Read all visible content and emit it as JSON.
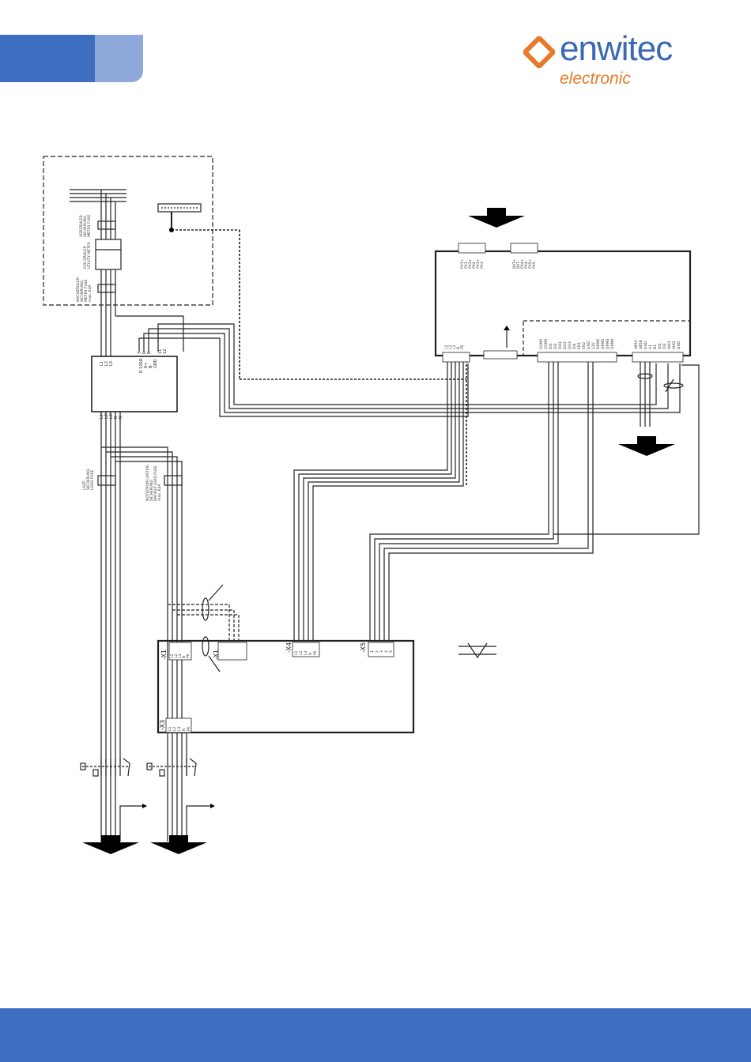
{
  "brand": {
    "name": "enwitec",
    "subtitle": "electronic",
    "colors": {
      "blue": "#3b68b2",
      "orange": "#e8792b",
      "tab_light": "#8fa9dc",
      "footer": "#3d6ebf"
    }
  },
  "diagram": {
    "fuse_labels": {
      "meter_fuse": [
        "VORZÄHLER-",
        "SICHERUNG",
        "METER FUSE"
      ],
      "meter": [
        "EVU ZÄHLER",
        "UTILITY METER"
      ],
      "after_meter_fuse": [
        "NACHZÄHLER-",
        "SICHERUNG",
        "METER FUSE",
        "max. 63A"
      ],
      "load_fuse": [
        "LAST-",
        "SICHERUNG",
        "LOAD FUSE"
      ],
      "backup_fuse": [
        "NOTSTROM LASTEN-",
        "SICHERUNG",
        "BACKUP LOAD FUSE",
        "max. 63A"
      ]
    },
    "meter_terminals": [
      "L1",
      "L2",
      "L3"
    ],
    "meter_outputs": [
      "L1'",
      "L2'",
      "L3'",
      "N",
      "N"
    ],
    "meter_signals": [
      "T",
      "R",
      "B",
      "R 120Ω",
      "A+",
      "B-",
      "GND",
      "11",
      "12"
    ],
    "connectors": {
      "x1": "-X1",
      "x1b": "-X1",
      "x3": "-X3",
      "x4": "-X4",
      "x5": "-X5"
    },
    "x1_pins": [
      "L1",
      "L2",
      "L3",
      "N",
      "PE"
    ],
    "x3_pins": [
      "L1",
      "L2",
      "L3",
      "N",
      "PE"
    ],
    "x4_pins": [
      "L1",
      "L2",
      "L3",
      "N",
      "PE"
    ],
    "x5_pins": [
      "1",
      "2",
      "3",
      "4",
      "5"
    ],
    "inv_left_pins": [
      "PV1+",
      "PV1-",
      "PV2+",
      "PV2-",
      "PV3+",
      "PV3-"
    ],
    "inv_right_pins": [
      "BAT+",
      "BAT-",
      "PV4+",
      "PV4-",
      "PV5+",
      "PV5-"
    ],
    "inv_ac_pins": [
      "L1",
      "L2",
      "L3",
      "N",
      "PE"
    ],
    "inv_signal_pins": [
      "COM1",
      "COM2",
      "DI1",
      "DI2",
      "DO1",
      "DO2",
      "DO3",
      "DI4",
      "EN1",
      "EN2",
      "GND",
      "12V",
      "DRM1",
      "DRM2",
      "DRM3",
      "DRM4"
    ],
    "inv_comm_pins": [
      "485A",
      "485B",
      "GND",
      "A1",
      "B1",
      "DI1",
      "DI2",
      "AIN1",
      "AIN2",
      "GND"
    ]
  }
}
